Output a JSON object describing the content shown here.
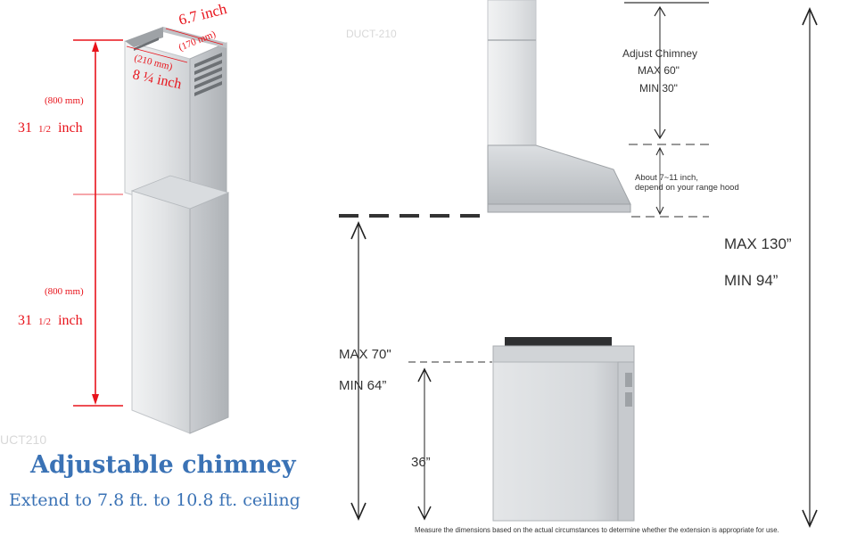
{
  "watermarks": {
    "top": "DUCT-210",
    "bottom": "UCT210"
  },
  "chimney_dims": {
    "width_inch": "6.7 inch",
    "width_mm": "(170 mm)",
    "depth_mm": "(210 mm)",
    "depth_inch": "8 ¼ inch",
    "upper_mm": "(800 mm)",
    "upper_inch_main": "31",
    "upper_inch_frac": "1/2",
    "upper_inch_unit": "inch",
    "lower_mm": "(800 mm)",
    "lower_inch_main": "31",
    "lower_inch_frac": "1/2",
    "lower_inch_unit": "inch"
  },
  "headline": {
    "title": "Adjustable chimney",
    "subtitle": "Extend to  7.8 ft. to 10.8 ft. ceiling"
  },
  "right_labels": {
    "adjust": "Adjust Chimney",
    "adjust_max": "MAX 60\"",
    "adjust_min": "MIN 30\"",
    "hood_note_1": "About 7~11 inch,",
    "hood_note_2": "depend on your range hood",
    "total_max": "MAX 130”",
    "total_min": "MIN 94”",
    "mount_max": "MAX 70\"",
    "mount_min": "MIN 64”",
    "stove_height": "36”",
    "footnote": "Measure the dimensions based on the actual circumstances to determine whether the extension is appropriate for use."
  },
  "colors": {
    "red": "#e8131b",
    "blue": "#3a72b5",
    "steel_light": "#e6e7e8",
    "steel_dark": "#b9bcc0"
  }
}
